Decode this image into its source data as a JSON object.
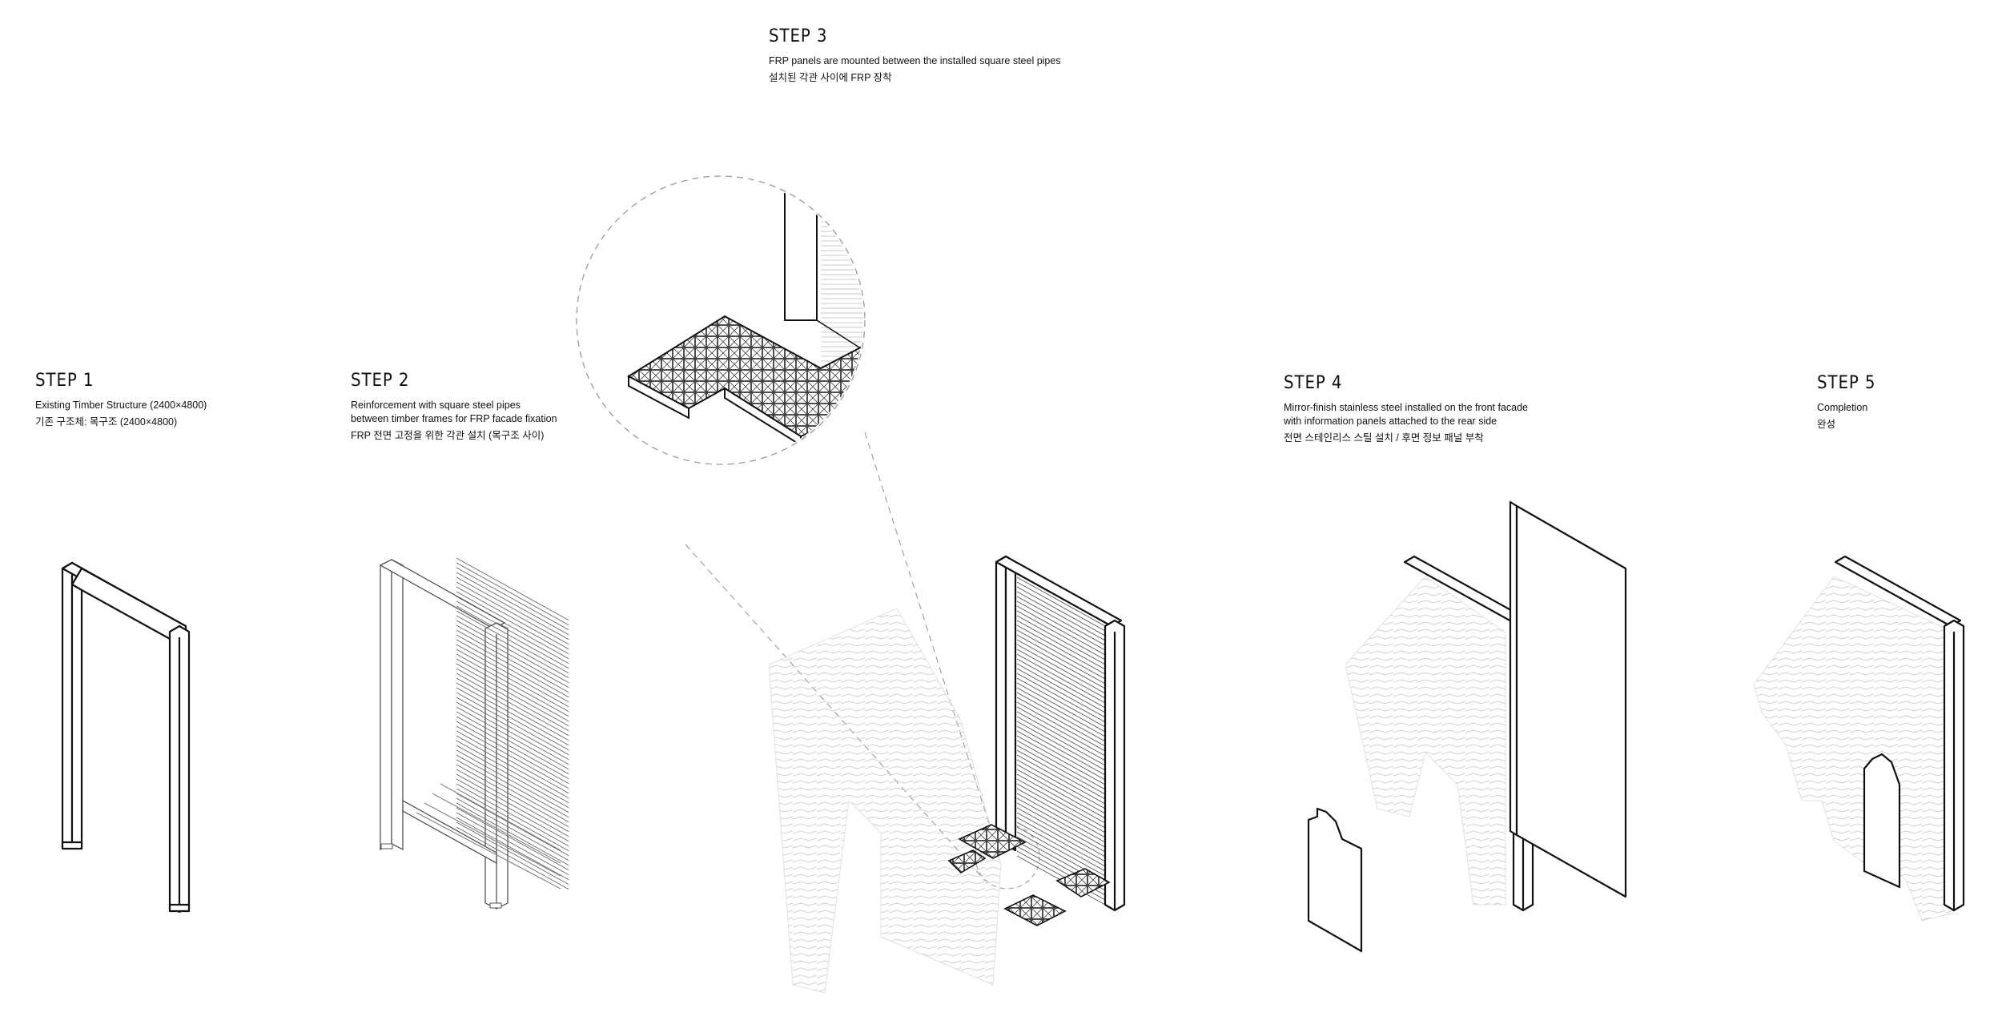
{
  "steps": [
    {
      "title": "STEP  1",
      "lines": [
        "Existing Timber Structure (2400×4800)"
      ],
      "korean": "기존 구조체: 목구조 (2400×4800)"
    },
    {
      "title": "STEP  2",
      "lines": [
        "Reinforcement with square steel pipes",
        "between timber frames for FRP facade fixation"
      ],
      "korean": "FRP 전면 고정을 위한 각관 설치 (목구조 사이)"
    },
    {
      "title": "STEP  3",
      "lines": [
        "FRP panels are mounted between the installed square steel pipes"
      ],
      "korean": "설치된 각관 사이에 FRP 장착"
    },
    {
      "title": "STEP  4",
      "lines": [
        "Mirror-finish stainless steel installed on the front facade",
        "with information panels attached to the rear side"
      ],
      "korean": "전면 스테인리스 스틸 설치 / 후면 정보 패널 부착"
    },
    {
      "title": "STEP  5",
      "lines": [
        "Completion"
      ],
      "korean": "완성"
    }
  ],
  "colors": {
    "line": "#111111",
    "light_line": "#bdbdbd",
    "dash": "#9a9a9a"
  },
  "icons": [
    "timber-frame",
    "steel-pipe-frame",
    "frp-panel-grid",
    "stainless-panel",
    "completed-pavilion"
  ]
}
